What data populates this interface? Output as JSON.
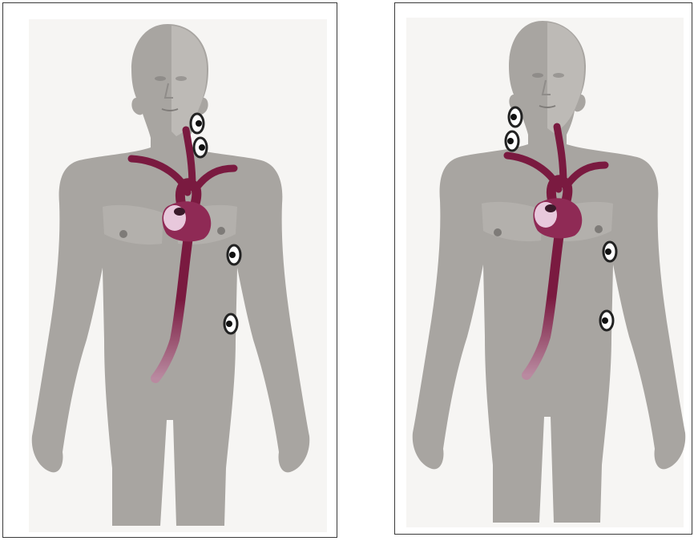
{
  "figure": {
    "panels": [
      {
        "id": "left",
        "electrodes": [
          "neck-upper",
          "neck-lower",
          "left-chest-upper",
          "left-flank-lower"
        ]
      },
      {
        "id": "right",
        "electrodes": [
          "right-neck-upper",
          "right-neck-lower",
          "left-chest-upper",
          "left-flank-lower"
        ]
      }
    ],
    "colors": {
      "skin": "#a8a5a1",
      "skin_light": "#bdbab6",
      "background_box": "#f7f6f4",
      "nipple": "#7e7b78",
      "aorta": "#7a1a40",
      "heart": "#8f2a55",
      "heart_highlight": "#e8c8dc",
      "electrode_ring": "#222222",
      "electrode_fill": "#ffffff"
    }
  }
}
